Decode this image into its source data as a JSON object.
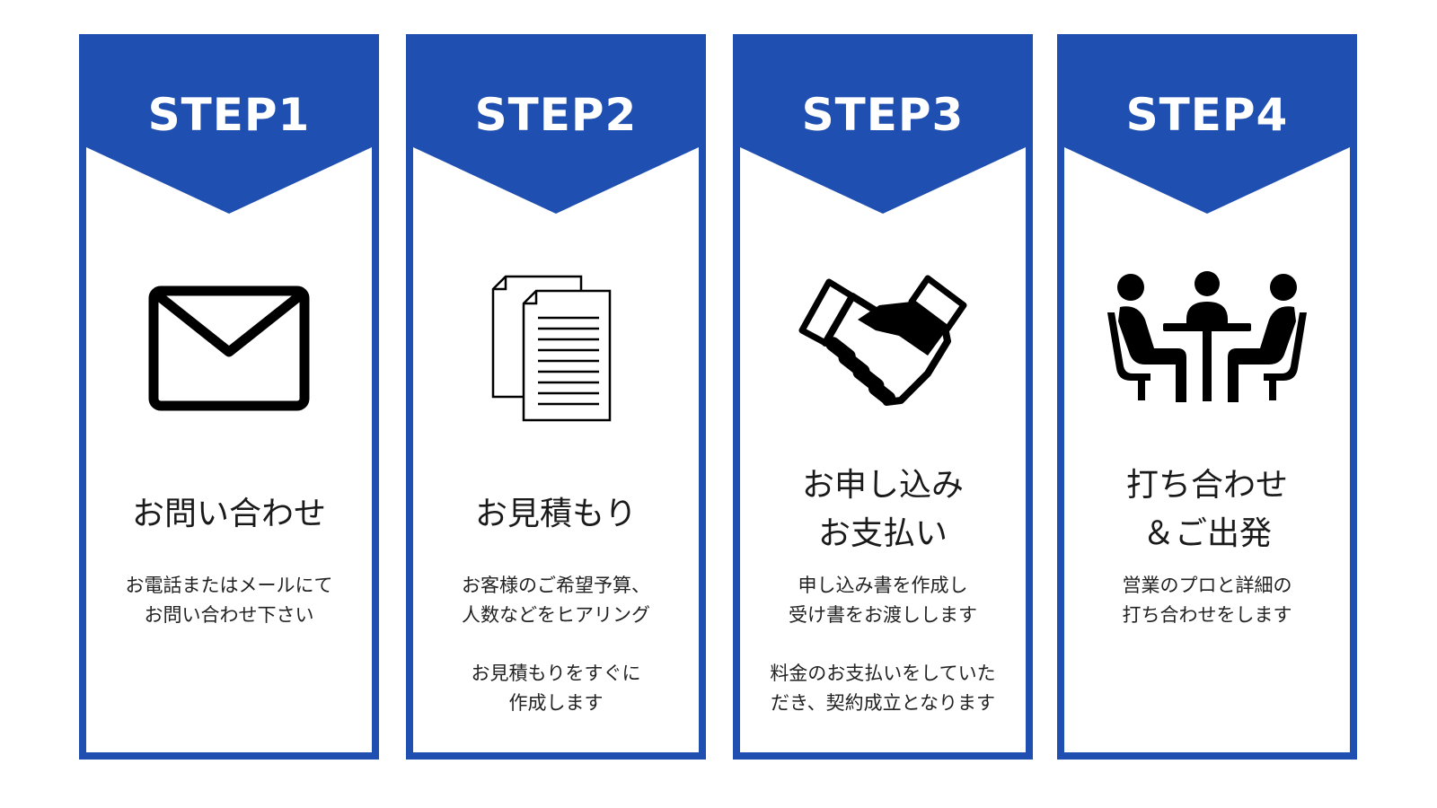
{
  "colors": {
    "accent": "#1f4fb0",
    "text": "#1a1a1a",
    "background": "#ffffff"
  },
  "steps": [
    {
      "label": "STEP1",
      "icon": "envelope-icon",
      "title": [
        "お問い合わせ"
      ],
      "desc": [
        "お電話またはメールにて",
        "お問い合わせ下さい"
      ],
      "desc2": []
    },
    {
      "label": "STEP2",
      "icon": "documents-icon",
      "title": [
        "お見積もり"
      ],
      "desc": [
        "お客様のご希望予算、",
        "人数などをヒアリング"
      ],
      "desc2": [
        "お見積もりをすぐに",
        "作成します"
      ]
    },
    {
      "label": "STEP3",
      "icon": "handshake-icon",
      "title": [
        "お申し込み",
        "お支払い"
      ],
      "desc": [
        "申し込み書を作成し",
        "受け書をお渡しします"
      ],
      "desc2": [
        "料金のお支払いをしていた",
        "だき、契約成立となります"
      ]
    },
    {
      "label": "STEP4",
      "icon": "meeting-icon",
      "title": [
        "打ち合わせ",
        "＆ご出発"
      ],
      "desc": [
        "営業のプロと詳細の",
        "打ち合わせをします"
      ],
      "desc2": []
    }
  ]
}
